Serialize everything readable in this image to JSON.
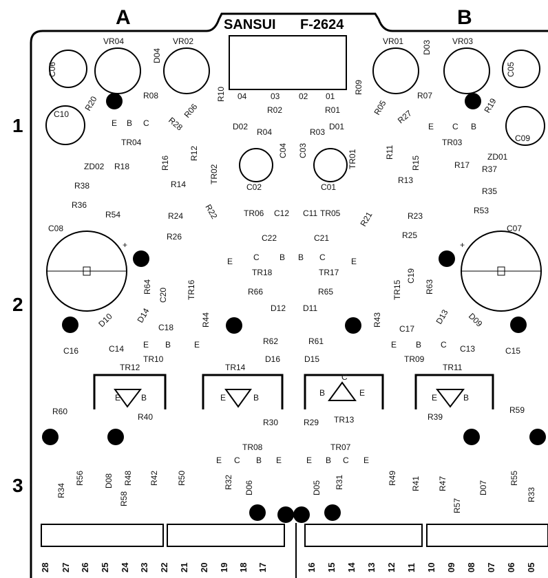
{
  "header": {
    "brand": "SANSUI",
    "model": "F-2624",
    "channel_a": "A",
    "channel_b": "B"
  },
  "rows": [
    "1",
    "2",
    "3"
  ],
  "pins_left": [
    "28",
    "27",
    "26",
    "25",
    "24",
    "23",
    "22",
    "21",
    "20",
    "19",
    "18",
    "17"
  ],
  "pins_right": [
    "16",
    "15",
    "14",
    "13",
    "12",
    "11",
    "10",
    "09",
    "08",
    "07",
    "06",
    "05"
  ],
  "connector_top": [
    "04",
    "03",
    "02",
    "01"
  ],
  "components": {
    "vr04": "VR04",
    "vr02": "VR02",
    "vr01": "VR01",
    "vr03": "VR03",
    "d04": "D04",
    "d03": "D03",
    "c06": "C06",
    "c05": "C05",
    "c10": "C10",
    "c09": "C09",
    "r20": "R20",
    "r19": "R19",
    "r08": "R08",
    "r07": "R07",
    "r06": "R06",
    "r05": "R05",
    "r28": "R28",
    "r27": "R27",
    "r10": "R10",
    "r09": "R09",
    "r02": "R02",
    "r01": "R01",
    "d02": "D02",
    "d01": "D01",
    "r04": "R04",
    "r03": "R03",
    "tr04": "TR04",
    "tr03": "TR03",
    "tr02": "TR02",
    "tr01": "TR01",
    "c04": "C04",
    "c03": "C03",
    "c02": "C02",
    "c01": "C01",
    "r12": "R12",
    "r11": "R11",
    "r16": "R16",
    "r15": "R15",
    "zd02": "ZD02",
    "zd01": "ZD01",
    "r18": "R18",
    "r17": "R17",
    "r38": "R38",
    "r37": "R37",
    "r14": "R14",
    "r13": "R13",
    "r35": "R35",
    "r36": "R36",
    "r54": "R54",
    "r53": "R53",
    "r22": "R22",
    "r21": "R21",
    "tr06": "TR06",
    "tr05": "TR05",
    "c12": "C12",
    "c11": "C11",
    "r24": "R24",
    "r23": "R23",
    "r26": "R26",
    "r25": "R25",
    "c08": "C08",
    "c07": "C07",
    "c22": "C22",
    "c21": "C21",
    "tr18": "TR18",
    "tr17": "TR17",
    "r66": "R66",
    "r65": "R65",
    "tr16": "TR16",
    "tr15": "TR15",
    "c20": "C20",
    "c19": "C19",
    "r64": "R64",
    "r63": "R63",
    "d14": "D14",
    "d13": "D13",
    "d10": "D10",
    "d09": "D09",
    "r44": "R44",
    "r43": "R43",
    "d12": "D12",
    "d11": "D11",
    "r62": "R62",
    "r61": "R61",
    "d16": "D16",
    "d15": "D15",
    "c18": "C18",
    "c17": "C17",
    "c16": "C16",
    "c15": "C15",
    "c14": "C14",
    "c13": "C13",
    "tr10": "TR10",
    "tr09": "TR09",
    "tr12": "TR12",
    "tr11": "TR11",
    "tr14": "TR14",
    "tr13": "TR13",
    "r60": "R60",
    "r59": "R59",
    "r40": "R40",
    "r39": "R39",
    "r30": "R30",
    "r29": "R29",
    "tr08": "TR08",
    "tr07": "TR07",
    "r34": "R34",
    "r56": "R56",
    "d08": "D08",
    "r58": "R58",
    "r48": "R48",
    "r42": "R42",
    "r50": "R50",
    "r32": "R32",
    "d06": "D06",
    "d05": "D05",
    "r31": "R31",
    "r49": "R49",
    "r41": "R41",
    "r47": "R47",
    "r57": "R57",
    "d07": "D07",
    "r55": "R55",
    "r33": "R33"
  },
  "pin_letters": {
    "e": "E",
    "b": "B",
    "c": "C"
  }
}
